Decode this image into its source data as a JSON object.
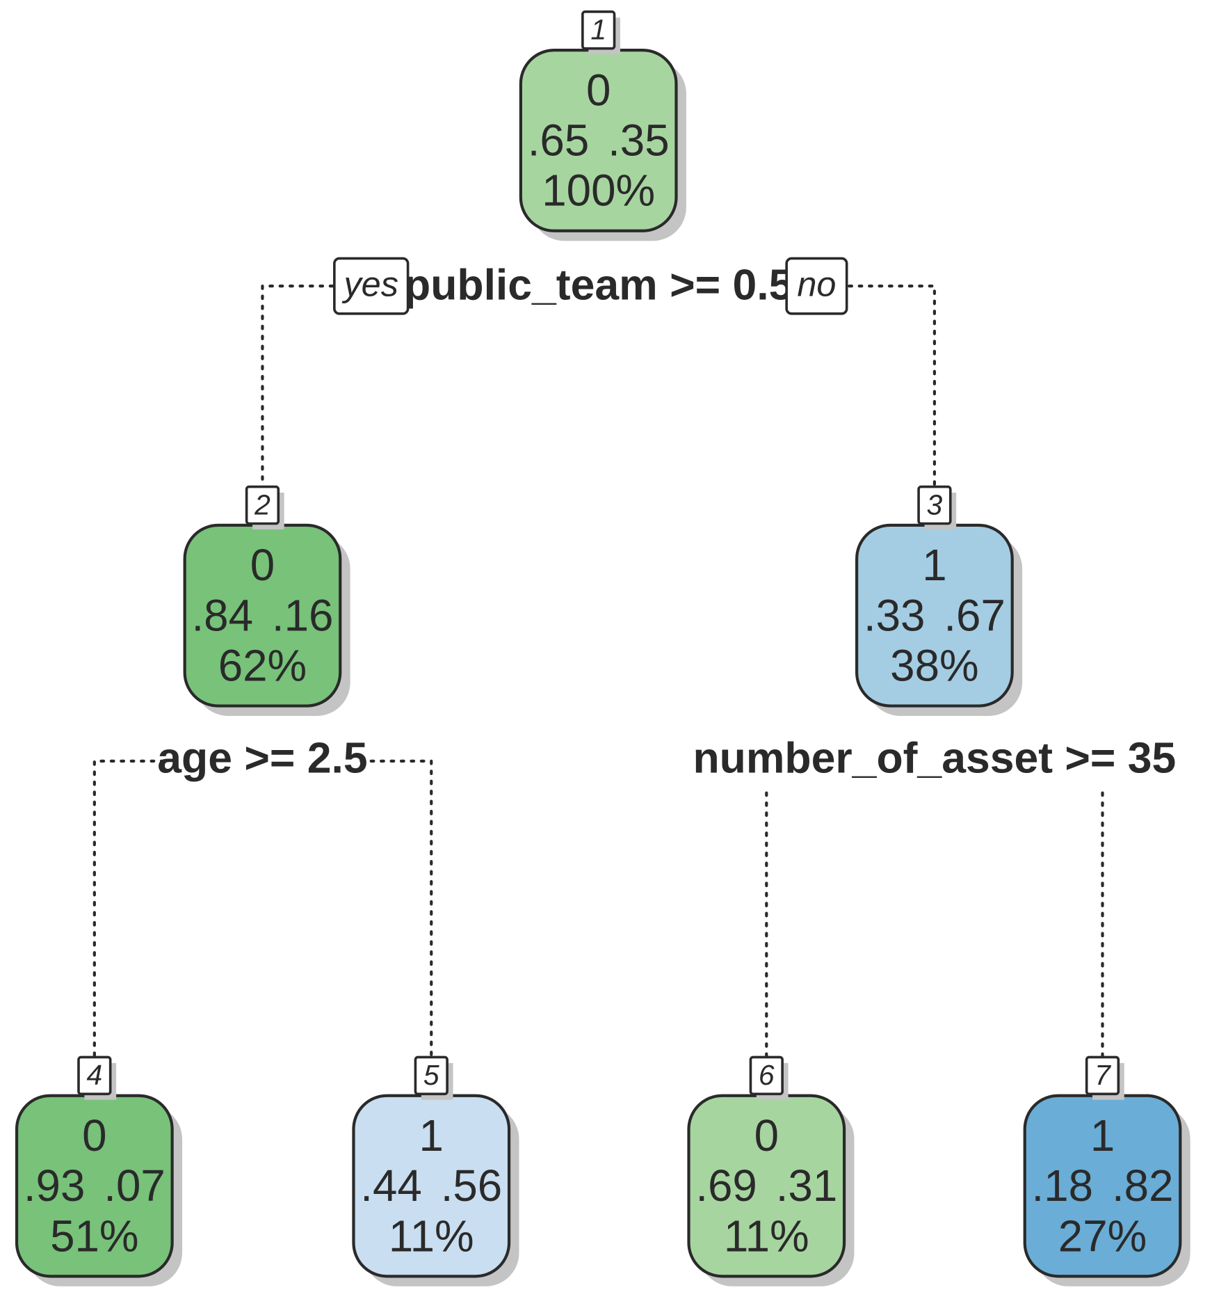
{
  "colors": {
    "green_light": "#a7d5a0",
    "green_mid": "#78c27a",
    "blue_light": "#c9def0",
    "blue_mid": "#a4cde3",
    "blue_dark": "#6aadd6",
    "stroke": "#2a2a2a"
  },
  "tree": {
    "nodes": [
      {
        "id": "1",
        "class_label": "0",
        "p0": ".65",
        "p1": ".35",
        "pct": "100%",
        "color": "#a7d5a0"
      },
      {
        "id": "2",
        "class_label": "0",
        "p0": ".84",
        "p1": ".16",
        "pct": "62%",
        "color": "#78c27a"
      },
      {
        "id": "3",
        "class_label": "1",
        "p0": ".33",
        "p1": ".67",
        "pct": "38%",
        "color": "#a4cde3"
      },
      {
        "id": "4",
        "class_label": "0",
        "p0": ".93",
        "p1": ".07",
        "pct": "51%",
        "color": "#78c27a"
      },
      {
        "id": "5",
        "class_label": "1",
        "p0": ".44",
        "p1": ".56",
        "pct": "11%",
        "color": "#c9def0"
      },
      {
        "id": "6",
        "class_label": "0",
        "p0": ".69",
        "p1": ".31",
        "pct": "11%",
        "color": "#a7d5a0"
      },
      {
        "id": "7",
        "class_label": "1",
        "p0": ".18",
        "p1": ".82",
        "pct": "27%",
        "color": "#6aadd6"
      }
    ],
    "splits": [
      {
        "node": "1",
        "condition": "public_team >= 0.5",
        "yes_label": "yes",
        "no_label": "no"
      },
      {
        "node": "2",
        "condition": "age >= 2.5"
      },
      {
        "node": "3",
        "condition": "number_of_asset >= 35"
      }
    ]
  }
}
